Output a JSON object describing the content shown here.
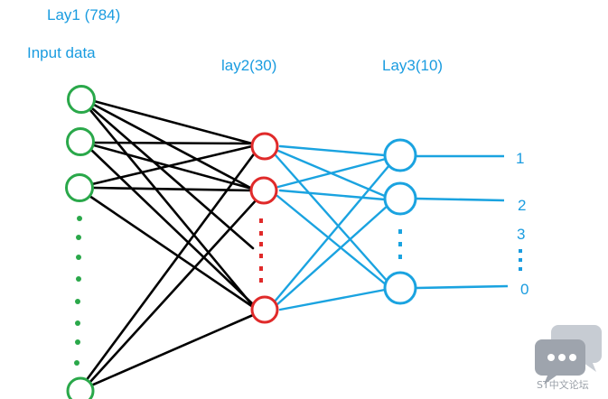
{
  "layers": {
    "input": {
      "title": "Lay1 (784)",
      "subtitle": "Input data"
    },
    "hidden": {
      "title": "lay2(30)"
    },
    "output": {
      "title": "Lay3(10)"
    }
  },
  "output_labels": [
    "1",
    "2",
    "3",
    "0"
  ],
  "watermark": {
    "text": "ST中文论坛"
  },
  "colors": {
    "label": "#1a9ce0",
    "input_node": "#2aa84a",
    "hidden_node": "#e02a2a",
    "output_node": "#1aa3e0",
    "edge_black": "#000000",
    "edge_blue": "#1aa3e0",
    "watermark": "#b9bec6"
  }
}
